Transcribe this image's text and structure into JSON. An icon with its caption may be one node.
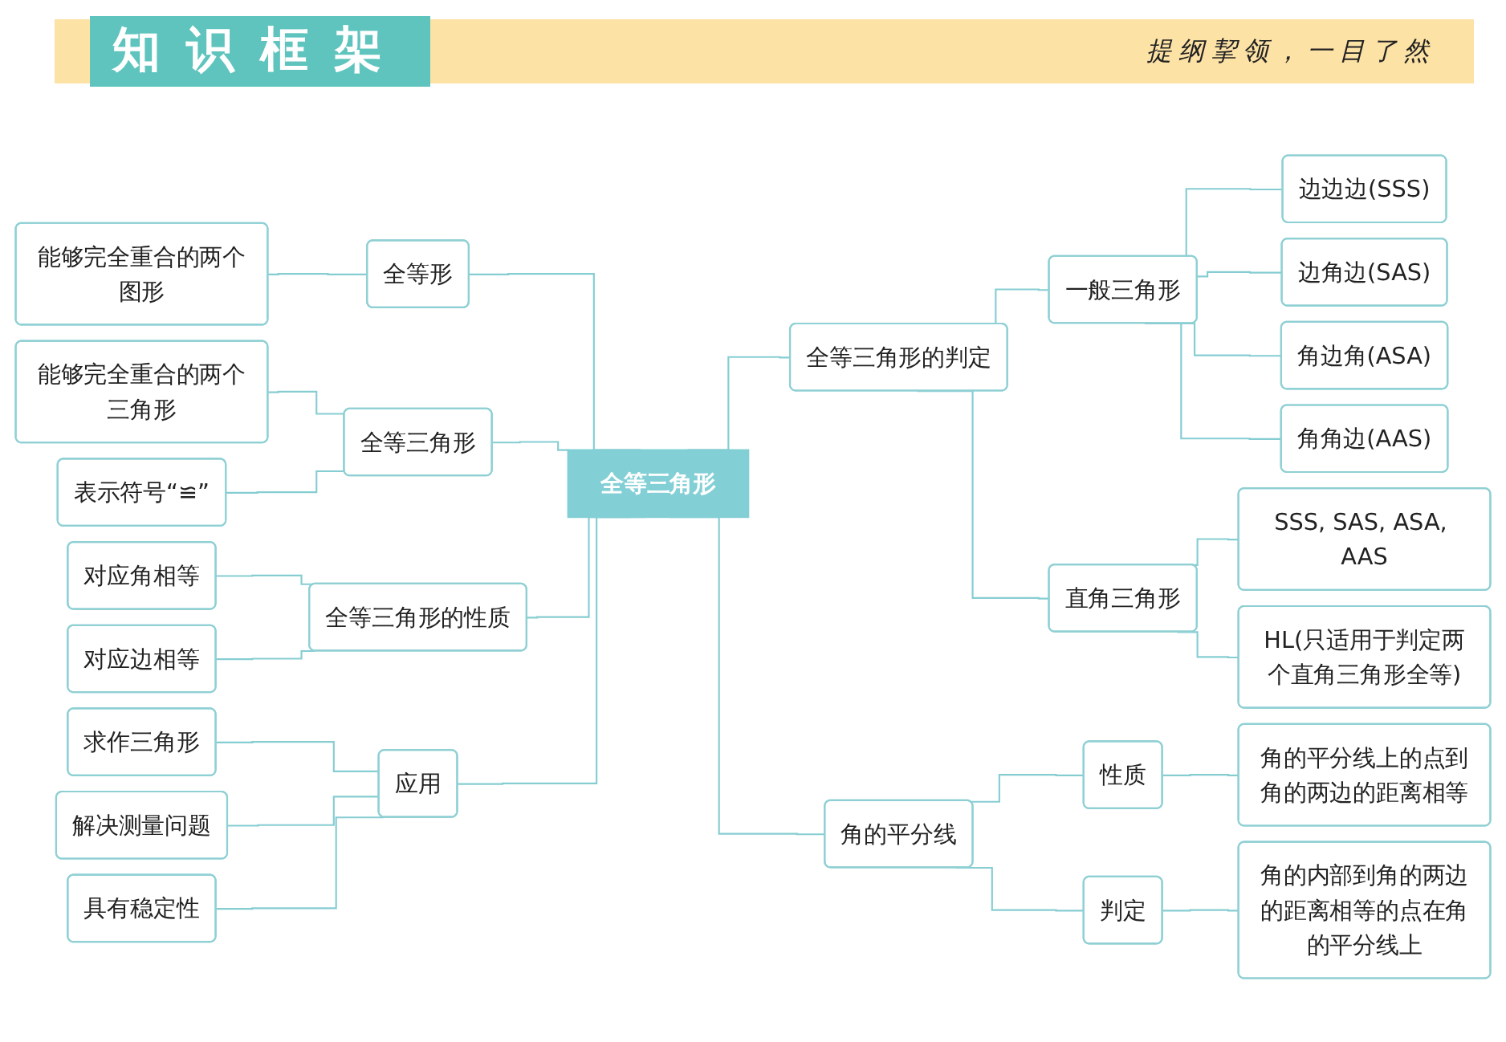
{
  "diagram": {
    "title": "知识框架",
    "nodes": [
      {
        "text": [
          "全等三角形"
        ]
      },
      {
        "text": [
          "全等形"
        ]
      },
      {
        "text": [
          "能够完全重合的两个图形"
        ]
      },
      {
        "text": [
          "全等三角形"
        ]
      },
      {
        "text": [
          "能够完全重合的两个三角形"
        ]
      },
      {
        "text": [
          "表示符号“≌”"
        ]
      },
      {
        "text": [
          "全等三角形的性质"
        ]
      },
      {
        "text": [
          "对应角相等"
        ]
      },
      {
        "text": [
          "对应边相等"
        ]
      },
      {
        "text": [
          "应用"
        ]
      },
      {
        "text": [
          "求作三角形"
        ]
      },
      {
        "text": [
          "解决测量问题"
        ]
      },
      {
        "text": [
          "具有稳定性"
        ]
      },
      {
        "text": [
          "全等三角形的判定"
        ]
      },
      {
        "text": [
          "一般三角形"
        ]
      },
      {
        "text": [
          "边边边(SSS)"
        ]
      },
      {
        "text": [
          "边角边(SAS)"
        ]
      },
      {
        "text": [
          "角边角(ASA)"
        ]
      },
      {
        "text": [
          "角角边(AAS)"
        ]
      },
      {
        "text": [
          "直角三角形"
        ]
      },
      {
        "text": [
          "SSS, SAS, ASA, AAS"
        ]
      },
      {
        "text": [
          "HL(只适用于判定两个直角三角形全等)"
        ]
      },
      {
        "text": [
          "角的平分线"
        ]
      },
      {
        "text": [
          "性质"
        ]
      },
      {
        "text": [
          "角的平分线上的点到角的两边的距离相等"
        ]
      },
      {
        "text": [
          "判定"
        ]
      },
      {
        "text": [
          "角的内部到角的两边的距离相等的点在角的平分线上"
        ]
      }
    ],
    "edges": [
      {
        "from": 2,
        "to": 1,
        "arrow": "none"
      },
      {
        "from": 1,
        "to": 0,
        "arrow": "none"
      },
      {
        "from": 4,
        "to": 3,
        "arrow": "none"
      },
      {
        "from": 5,
        "to": 3,
        "arrow": "none"
      },
      {
        "from": 3,
        "to": 0,
        "arrow": "none"
      },
      {
        "from": 7,
        "to": 6,
        "arrow": "none"
      },
      {
        "from": 8,
        "to": 6,
        "arrow": "none"
      },
      {
        "from": 6,
        "to": 0,
        "arrow": "none"
      },
      {
        "from": 10,
        "to": 9,
        "arrow": "none"
      },
      {
        "from": 11,
        "to": 9,
        "arrow": "none"
      },
      {
        "from": 12,
        "to": 9,
        "arrow": "none"
      },
      {
        "from": 9,
        "to": 0,
        "arrow": "none"
      },
      {
        "from": 0,
        "to": 13,
        "arrow": "none"
      },
      {
        "from": 13,
        "to": 14,
        "arrow": "none"
      },
      {
        "from": 14,
        "to": 15,
        "arrow": "none"
      },
      {
        "from": 14,
        "to": 16,
        "arrow": "none"
      },
      {
        "from": 14,
        "to": 17,
        "arrow": "none"
      },
      {
        "from": 14,
        "to": 18,
        "arrow": "none"
      },
      {
        "from": 13,
        "to": 19,
        "arrow": "none"
      },
      {
        "from": 19,
        "to": 20,
        "arrow": "none"
      },
      {
        "from": 19,
        "to": 21,
        "arrow": "none"
      },
      {
        "from": 0,
        "to": 22,
        "arrow": "none"
      },
      {
        "from": 22,
        "to": 23,
        "arrow": "none"
      },
      {
        "from": 23,
        "to": 24,
        "arrow": "none"
      },
      {
        "from": 22,
        "to": 25,
        "arrow": "none"
      },
      {
        "from": 25,
        "to": 26,
        "arrow": "none"
      }
    ],
    "labels": [
      "提纲挈领，一目了然"
    ]
  }
}
